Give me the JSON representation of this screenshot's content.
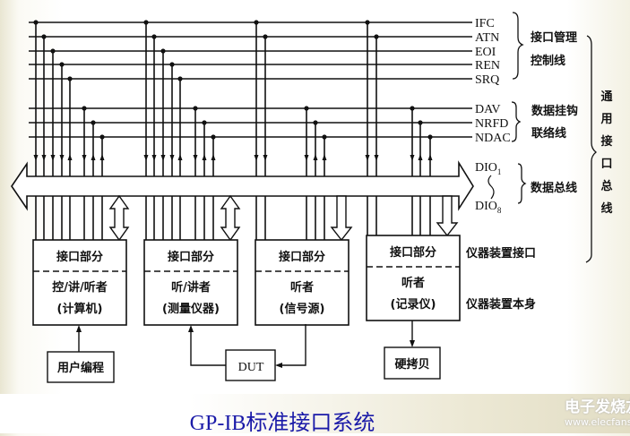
{
  "title": "GP-IB标准接口系统",
  "watermark": {
    "brand": "电子发烧友",
    "url": "www.elecfans.com"
  },
  "bus_lines": {
    "control": [
      "IFC",
      "ATN",
      "EOI",
      "REN",
      "SRQ"
    ],
    "handshake": [
      "DAV",
      "NRFD",
      "NDAC"
    ],
    "data_first": "DIO",
    "data_first_sub": "1",
    "data_last": "DIO",
    "data_last_sub": "8"
  },
  "group_labels": {
    "control_1": "接口管理",
    "control_2": "控制线",
    "handshake_1": "数据挂钩",
    "handshake_2": "联络线",
    "data": "数据总线",
    "general_bus": [
      "通",
      "用",
      "接",
      "口",
      "总",
      "线"
    ]
  },
  "layer_labels": {
    "interface": "仪器装置接口",
    "device": "仪器装置本身"
  },
  "devices": [
    {
      "interface": "接口部分",
      "role": "控/讲/听者",
      "name": "(计算机)"
    },
    {
      "interface": "接口部分",
      "role": "听/讲者",
      "name": "(测量仪器)"
    },
    {
      "interface": "接口部分",
      "role": "听者",
      "name": "(信号源)"
    },
    {
      "interface": "接口部分",
      "role": "听者",
      "name": "(记录仪)"
    }
  ],
  "peripherals": {
    "user_program": "用户编程",
    "dut": "DUT",
    "hardcopy": "硬拷贝"
  }
}
